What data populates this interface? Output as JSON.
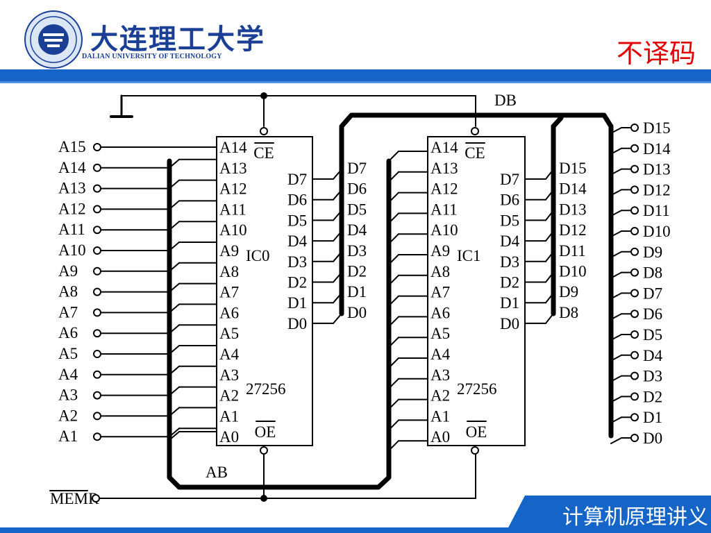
{
  "header": {
    "university_cn": "大连理工大学",
    "university_en": "DALIAN UNIVERSITY OF TECHNOLOGY",
    "slide_title": "不译码"
  },
  "footer": {
    "course": "计算机原理讲义"
  },
  "colors": {
    "brand_blue": "#1565c8",
    "title_red": "#e00000",
    "logo_blue": "#1a3f95"
  },
  "diagram": {
    "bus_ab": "AB",
    "bus_db": "DB",
    "memr": "MEMR",
    "left_inputs": [
      "A15",
      "A14",
      "A13",
      "A12",
      "A11",
      "A10",
      "A9",
      "A8",
      "A7",
      "A6",
      "A5",
      "A4",
      "A3",
      "A2",
      "A1"
    ],
    "right_outputs": [
      "D15",
      "D14",
      "D13",
      "D12",
      "D11",
      "D10",
      "D9",
      "D8",
      "D7",
      "D6",
      "D5",
      "D4",
      "D3",
      "D2",
      "D1",
      "D0"
    ],
    "chips": [
      {
        "name": "IC0",
        "part": "27256",
        "addr_pins": [
          "A14",
          "A13",
          "A12",
          "A11",
          "A10",
          "A9",
          "A8",
          "A7",
          "A6",
          "A5",
          "A4",
          "A3",
          "A2",
          "A1",
          "A0"
        ],
        "ce": "CE",
        "oe": "OE",
        "data_pins": [
          "D7",
          "D6",
          "D5",
          "D4",
          "D3",
          "D2",
          "D1",
          "D0"
        ],
        "bus_labels": [
          "D7",
          "D6",
          "D5",
          "D4",
          "D3",
          "D2",
          "D1",
          "D0"
        ]
      },
      {
        "name": "IC1",
        "part": "27256",
        "addr_pins": [
          "A14",
          "A13",
          "A12",
          "A11",
          "A10",
          "A9",
          "A8",
          "A7",
          "A6",
          "A5",
          "A4",
          "A3",
          "A2",
          "A1",
          "A0"
        ],
        "ce": "CE",
        "oe": "OE",
        "data_pins": [
          "D7",
          "D6",
          "D5",
          "D4",
          "D3",
          "D2",
          "D1",
          "D0"
        ],
        "bus_labels": [
          "D15",
          "D14",
          "D13",
          "D12",
          "D11",
          "D10",
          "D9",
          "D8"
        ]
      }
    ]
  }
}
